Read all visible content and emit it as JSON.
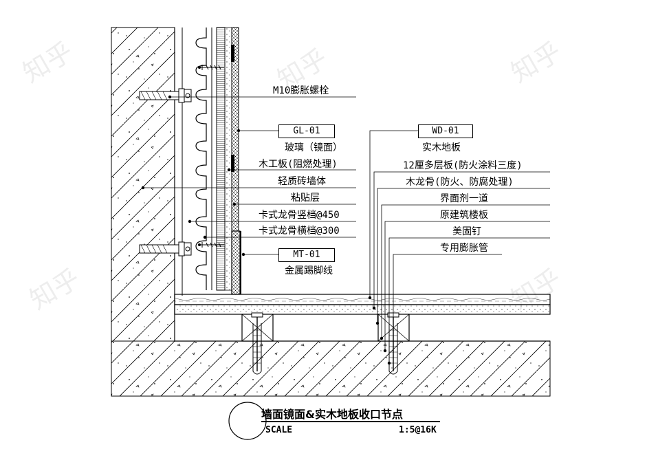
{
  "watermark": "知乎",
  "title": "墙面镜面&实木地板收口节点",
  "scale_label": "SCALE",
  "scale_value": "1:5@16K",
  "tags": {
    "gl": "GL-01",
    "wd": "WD-01",
    "mt": "MT-01"
  },
  "wall_labels": {
    "bolt": "M10膨胀螺栓",
    "glass": "玻璃（镜面）",
    "wood_board": "木工板(阻燃处理)",
    "brick_wall": "轻质砖墙体",
    "adhesive": "粘贴层",
    "keel_vertical": "卡式龙骨竖档@450",
    "keel_horizontal": "卡式龙骨横档@300",
    "skirting": "金属踢脚线"
  },
  "floor_labels": {
    "solid_wood": "实木地板",
    "plywood": "12厘多层板(防火涂料三度)",
    "wood_keel": "木龙骨(防火、防腐处理)",
    "interface_agent": "界面剂一道",
    "slab": "原建筑楼板",
    "nail": "美固钉",
    "anchor": "专用膨胀管"
  }
}
